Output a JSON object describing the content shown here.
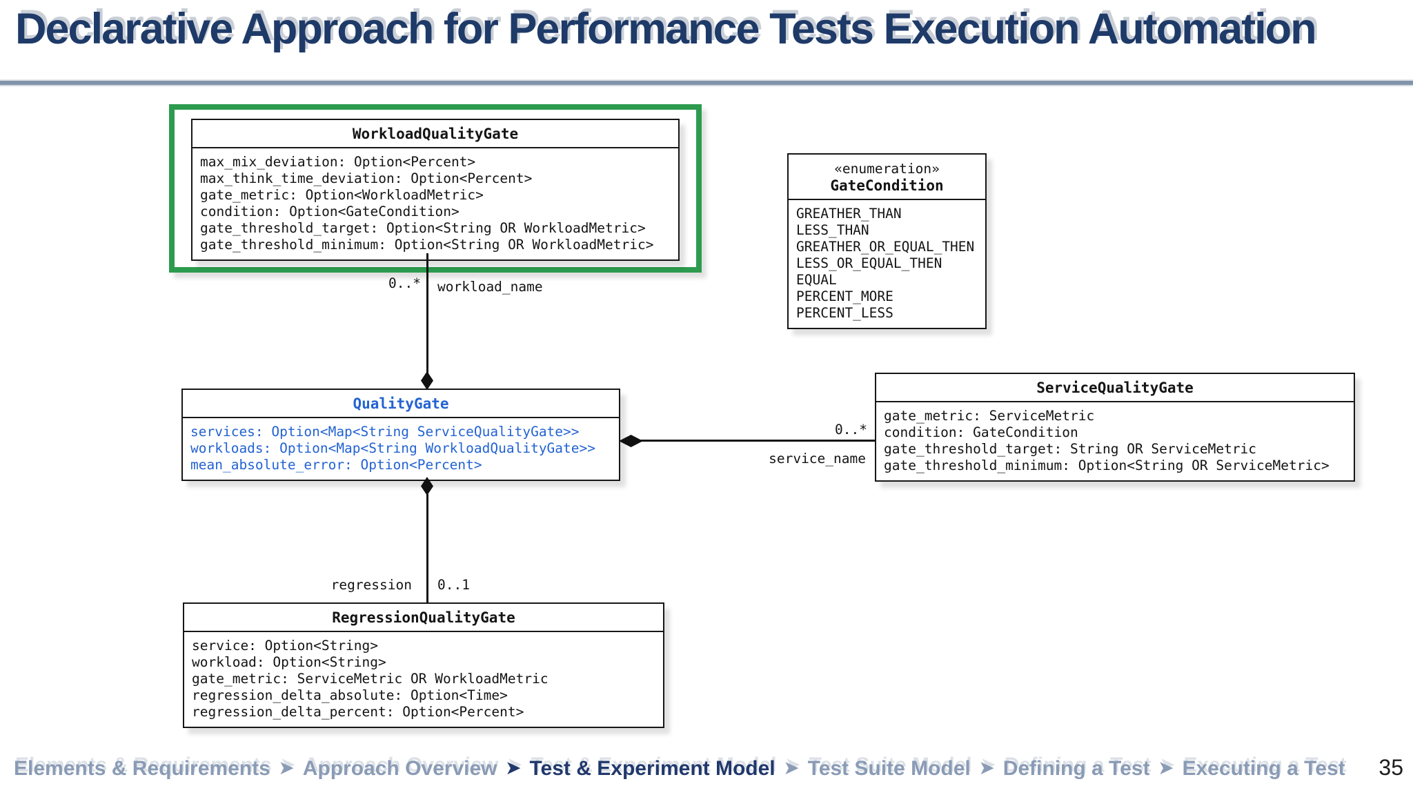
{
  "title": "Declarative Approach for Performance Tests Execution Automation",
  "colors": {
    "title_navy": "#1e3a68",
    "rule_gray_blue": "#8195aa",
    "highlight_green": "#2d9b4e",
    "quality_gate_blue": "#2363d1",
    "footer_inactive": "#8a9bb5",
    "footer_active": "#21386b"
  },
  "diagram": {
    "workload_quality_gate": {
      "name": "WorkloadQualityGate",
      "highlighted": true,
      "attributes": [
        "max_mix_deviation: Option<Percent>",
        "max_think_time_deviation: Option<Percent>",
        "gate_metric: Option<WorkloadMetric>",
        "condition: Option<GateCondition>",
        "gate_threshold_target: Option<String OR WorkloadMetric>",
        "gate_threshold_minimum: Option<String OR WorkloadMetric>"
      ]
    },
    "gate_condition": {
      "stereotype": "«enumeration»",
      "name": "GateCondition",
      "values": [
        "GREATHER_THAN",
        "LESS_THAN",
        "GREATHER_OR_EQUAL_THEN",
        "LESS_OR_EQUAL_THEN",
        "EQUAL",
        "PERCENT_MORE",
        "PERCENT_LESS"
      ]
    },
    "quality_gate": {
      "name": "QualityGate",
      "attributes": [
        "services: Option<Map<String ServiceQualityGate>>",
        "workloads: Option<Map<String WorkloadQualityGate>>",
        "mean_absolute_error: Option<Percent>"
      ]
    },
    "service_quality_gate": {
      "name": "ServiceQualityGate",
      "attributes": [
        "gate_metric: ServiceMetric",
        "condition: GateCondition",
        "gate_threshold_target: String OR ServiceMetric",
        "gate_threshold_minimum: Option<String OR ServiceMetric>"
      ]
    },
    "regression_quality_gate": {
      "name": "RegressionQualityGate",
      "attributes": [
        "service: Option<String>",
        "workload: Option<String>",
        "gate_metric: ServiceMetric OR WorkloadMetric",
        "regression_delta_absolute: Option<Time>",
        "regression_delta_percent: Option<Percent>"
      ]
    },
    "edges": {
      "workloads": {
        "type": "composition",
        "multiplicity": "0..*",
        "role": "workload_name"
      },
      "services": {
        "type": "composition",
        "multiplicity": "0..*",
        "role": "service_name"
      },
      "regression": {
        "type": "composition",
        "multiplicity": "0..1",
        "role": "regression"
      }
    }
  },
  "footer": {
    "separator": "➤",
    "items": [
      {
        "label": "Elements & Requirements",
        "active": false
      },
      {
        "label": "Approach Overview",
        "active": false
      },
      {
        "label": "Test & Experiment Model",
        "active": true
      },
      {
        "label": "Test Suite Model",
        "active": false
      },
      {
        "label": "Defining a Test",
        "active": false
      },
      {
        "label": "Executing a Test",
        "active": false
      }
    ],
    "page_number": "35"
  }
}
